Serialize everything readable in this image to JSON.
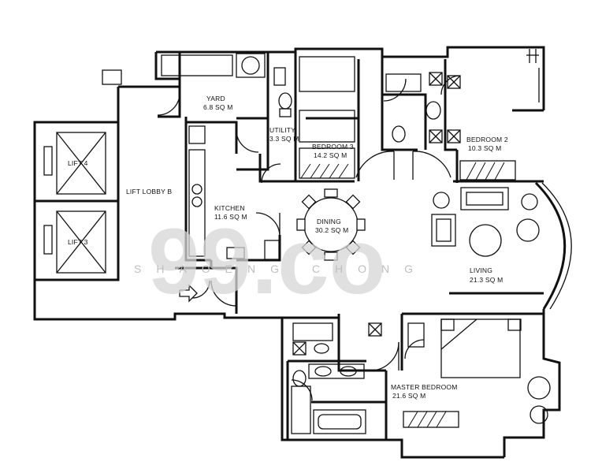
{
  "rooms": {
    "lift4": "LIFT 4",
    "lift3": "LIFT 3",
    "lift_lobby": "LIFT LOBBY B",
    "yard_name": "YARD",
    "yard_area": "6.8 SQ M",
    "utility_name": "UTILITY",
    "utility_area": "3.3 SQ M",
    "bedroom3_name": "BEDROOM 3",
    "bedroom3_area": "14.2 SQ M",
    "bedroom2_name": "BEDROOM 2",
    "bedroom2_area": "10.3 SQ M",
    "kitchen_name": "KITCHEN",
    "kitchen_area": "11.6 SQ M",
    "dining_name": "DINING",
    "dining_area": "30.2 SQ M",
    "living_name": "LIVING",
    "living_area": "21.3 SQ M",
    "master_name": "MASTER BEDROOM",
    "master_area": "21.6 SQ M"
  },
  "watermark": {
    "logo": "99.co",
    "agent": "SHAOENG CHONG"
  }
}
